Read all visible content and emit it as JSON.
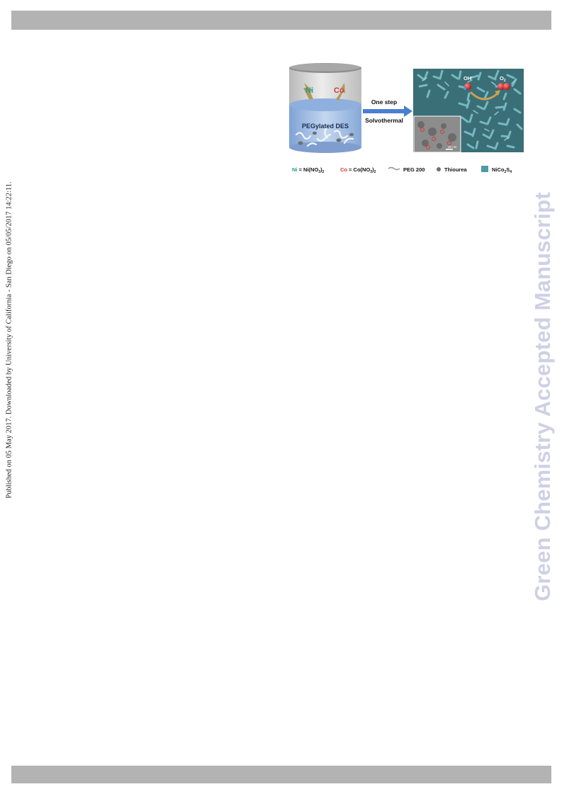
{
  "side_note": "Published on 05 May 2017. Downloaded by University of California - San Diego on 05/05/2017 14:22:11.",
  "watermark": "Green Chemistry Accepted Manuscript",
  "figure": {
    "beaker_label_ni": "Ni",
    "beaker_label_co": "Co",
    "solution_label": "PEGylated DES",
    "arrow_top_label": "One step",
    "arrow_bottom_label": "Solvothermal",
    "product_label_left": "OH",
    "product_label_left_sup": "-",
    "product_label_right": "O",
    "product_label_right_sub": "2",
    "scale_bar_label": "20 nm",
    "legend": {
      "ni_symbol": "Ni",
      "ni_def": " = Ni(NO",
      "ni_sub1": "3",
      "ni_close": ")",
      "ni_sub2": "2",
      "co_symbol": "Co",
      "co_def": " = Co(NO",
      "co_sub1": "3",
      "co_close": ")",
      "co_sub2": "2",
      "peg_label": "PEG 200",
      "thiourea_label": "Thiourea",
      "product_a": "NiCo",
      "product_sub1": "2",
      "product_b": "S",
      "product_sub2": "4"
    },
    "colors": {
      "ni": "#1f9c8a",
      "co": "#d23a2f",
      "nanosheet": "#4f9aa3",
      "arrow": "#4a7fd0",
      "solution": "#a9c4e8"
    }
  }
}
